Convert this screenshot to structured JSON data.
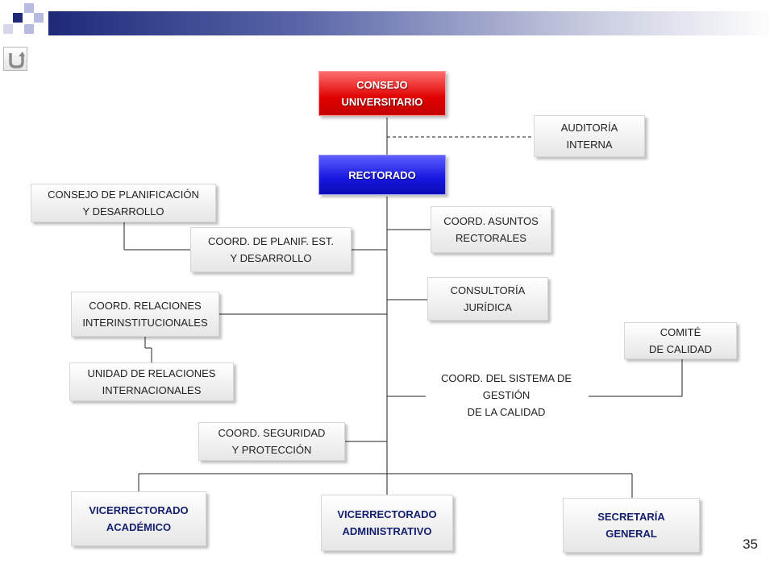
{
  "colors": {
    "header_bar": "#1e2a78",
    "square_dark": "#1e2a78",
    "square_light": "#b7bbe0",
    "consejo_box": "#e00000",
    "rectorado_box": "#1616e0",
    "bottom_box_text": "#14206e"
  },
  "icons": {
    "back": "back-arrow-icon"
  },
  "nodes": {
    "consejo_universitario": [
      "CONSEJO",
      "UNIVERSITARIO"
    ],
    "auditoria_interna": [
      "AUDITORÍA",
      "INTERNA"
    ],
    "rectorado": [
      "RECTORADO"
    ],
    "consejo_planificacion": [
      "CONSEJO DE PLANIFICACIÓN",
      "Y DESARROLLO"
    ],
    "coord_asuntos_rectorales": [
      "COORD. ASUNTOS",
      "RECTORALES"
    ],
    "coord_planif_est": [
      "COORD. DE  PLANIF. EST.",
      "Y DESARROLLO"
    ],
    "consultoria_juridica": [
      "CONSULTORÍA",
      "JURÍDICA"
    ],
    "coord_relaciones": [
      "COORD.  RELACIONES",
      "INTERINSTITUCIONALES"
    ],
    "comite_calidad": [
      "COMITÉ",
      "DE CALIDAD"
    ],
    "unidad_relaciones": [
      "UNIDAD DE RELACIONES",
      "INTERNACIONALES"
    ],
    "coord_sistema_gestion": [
      "COORD. DEL SISTEMA DE",
      "GESTIÓN",
      "DE LA CALIDAD"
    ],
    "coord_seguridad": [
      "COORD. SEGURIDAD",
      "Y PROTECCIÓN"
    ],
    "vicerrectorado_academico": [
      "VICERRECTORADO",
      "ACADÉMICO"
    ],
    "vicerrectorado_administrativo": [
      "VICERRECTORADO",
      "ADMINISTRATIVO"
    ],
    "secretaria_general": [
      "SECRETARÍA",
      "GENERAL"
    ]
  },
  "page_number": "35"
}
